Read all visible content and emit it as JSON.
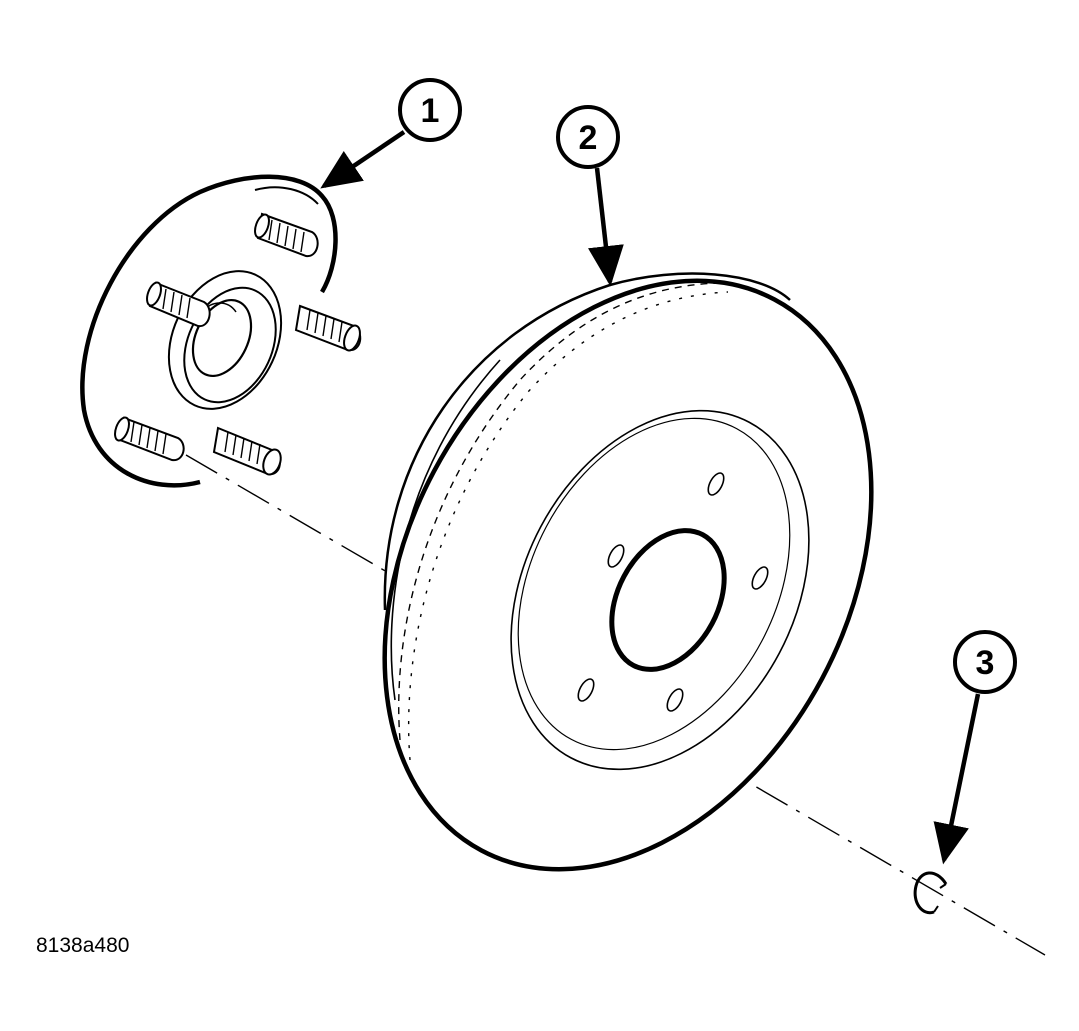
{
  "callouts": [
    {
      "number": "1",
      "part": "hub-flange"
    },
    {
      "number": "2",
      "part": "brake-rotor"
    },
    {
      "number": "3",
      "part": "retainer-clip"
    }
  ],
  "figure_code": "8138a480",
  "colors": {
    "line": "#000000",
    "background": "#ffffff"
  }
}
